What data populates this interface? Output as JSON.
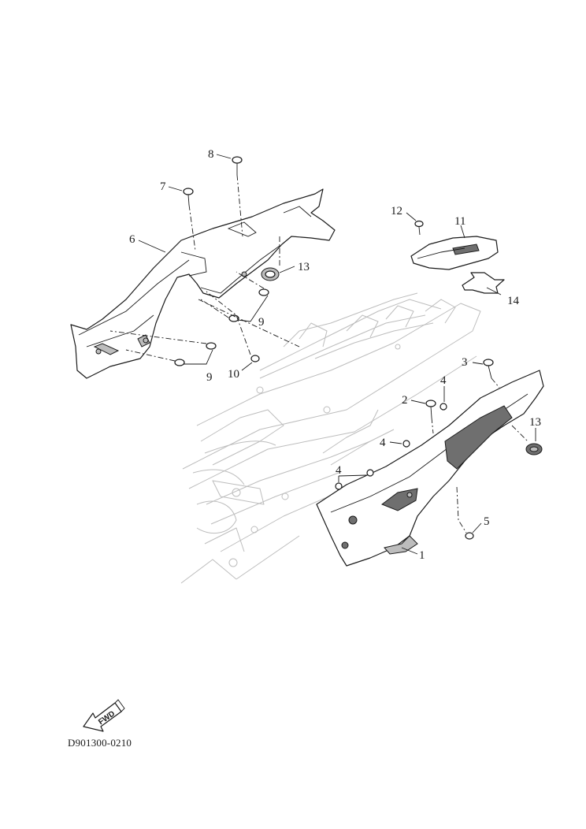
{
  "drawing_code": "D901300-0210",
  "fwd_label": "FWD",
  "callouts": {
    "c1": "1",
    "c2": "2",
    "c3": "3",
    "c4a": "4",
    "c4b": "4",
    "c4c": "4",
    "c5": "5",
    "c6": "6",
    "c7": "7",
    "c8": "8",
    "c9a": "9",
    "c9b": "9",
    "c10": "10",
    "c11": "11",
    "c12": "12",
    "c13a": "13",
    "c13b": "13",
    "c14": "14"
  }
}
